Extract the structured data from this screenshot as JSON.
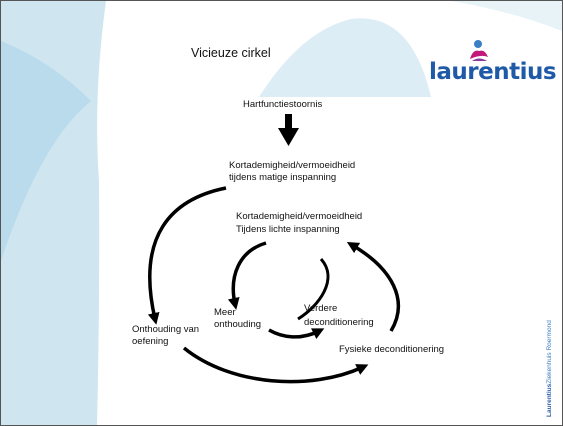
{
  "slide": {
    "title": "Vicieuze cirkel",
    "logo": {
      "text": "laurentius"
    },
    "side_text": {
      "brand": "Laurentius",
      "rest": "Ziekenhuis Roermond"
    },
    "colors": {
      "logo_blue": "#1f5aa8",
      "background_blue": "#bfe0ef",
      "arrow": "#000000"
    }
  },
  "diagram": {
    "nodes": {
      "hartfunctie": "Hartfunctiestoornis",
      "kortademig_matig_1": "Kortademigheid/vermoeidheid",
      "kortademig_matig_2": "tijdens matige inspanning",
      "kortademig_licht_1": "Kortademigheid/vermoeidheid",
      "kortademig_licht_2": "Tijdens lichte inspanning",
      "meer_onthouding_1": "Meer",
      "meer_onthouding_2": "onthouding",
      "verdere_1": "Verdere",
      "verdere_2": "deconditionering",
      "onthouding_1": "Onthouding van",
      "onthouding_2": "oefening",
      "fysieke": "Fysieke deconditionering"
    }
  }
}
